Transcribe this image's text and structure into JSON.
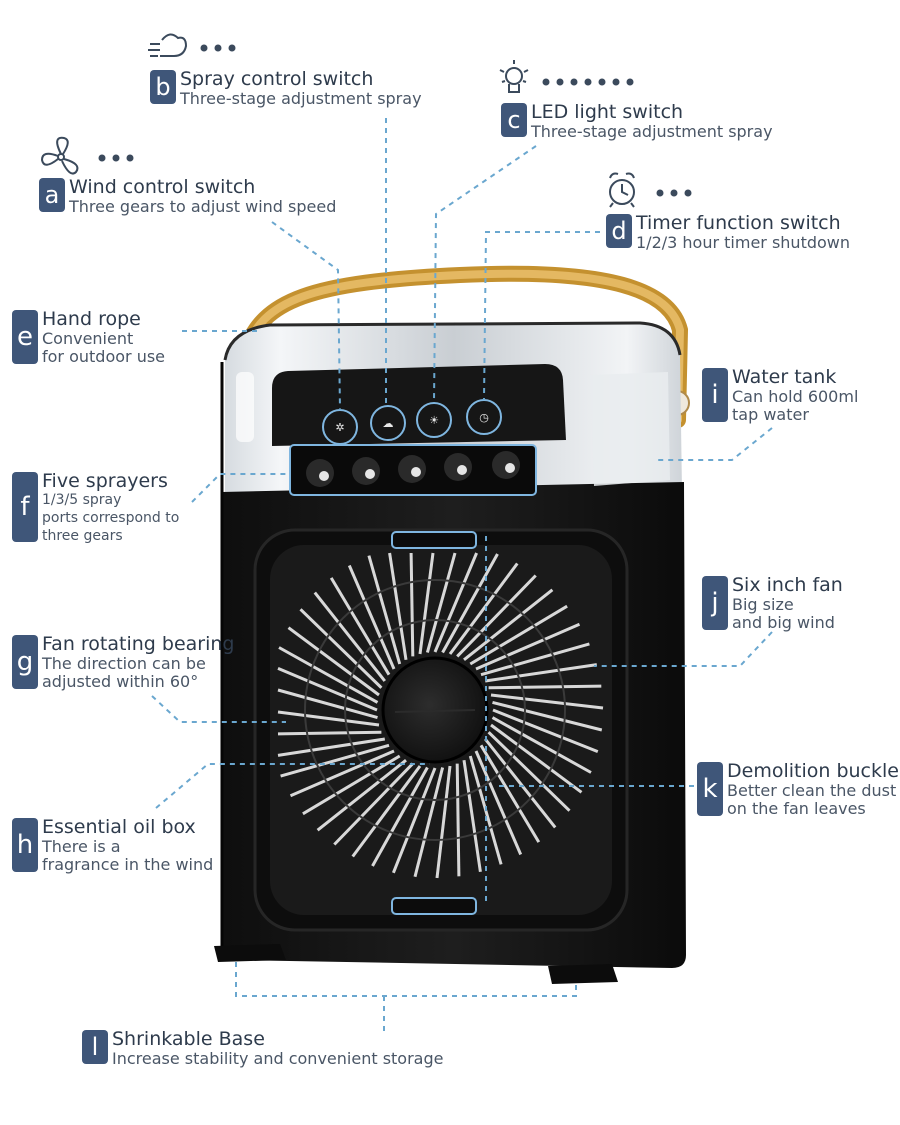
{
  "callouts": {
    "a": {
      "letter": "a",
      "title": "Wind control switch",
      "desc": "Three gears to adjust wind speed"
    },
    "b": {
      "letter": "b",
      "title": "Spray control switch",
      "desc": "Three-stage adjustment spray"
    },
    "c": {
      "letter": "c",
      "title": "LED light switch",
      "desc": "Three-stage adjustment spray"
    },
    "d": {
      "letter": "d",
      "title": "Timer function switch",
      "desc": "1/2/3 hour timer shutdown"
    },
    "e": {
      "letter": "e",
      "title": "Hand rope",
      "desc1": "Convenient",
      "desc2": "for outdoor use"
    },
    "f": {
      "letter": "f",
      "title": "Five sprayers",
      "desc1": "1/3/5 spray",
      "desc2": "ports correspond to",
      "desc3": "three gears"
    },
    "g": {
      "letter": "g",
      "title": "Fan rotating bearing",
      "desc1": "The direction can be",
      "desc2": "adjusted within 60°"
    },
    "h": {
      "letter": "h",
      "title": "Essential oil box",
      "desc1": "There is a",
      "desc2": "fragrance in the wind"
    },
    "i": {
      "letter": "i",
      "title": "Water tank",
      "desc1": "Can hold 600ml",
      "desc2": "tap water"
    },
    "j": {
      "letter": "j",
      "title": "Six inch fan",
      "desc1": "Big size",
      "desc2": "and big wind"
    },
    "k": {
      "letter": "k",
      "title": "Demolition buckle",
      "desc1": "Better clean the dust",
      "desc2": "on the fan leaves"
    },
    "l": {
      "letter": "l",
      "title": "Shrinkable Base",
      "desc": "Increase stability and convenient storage"
    }
  },
  "icons": {
    "a": "fan-icon",
    "b": "spray-icon",
    "c": "light-bulb-icon",
    "d": "alarm-clock-icon"
  },
  "colors": {
    "badge": "#3f5679",
    "leader_line": "#6aa7cf",
    "product_body": "#151515",
    "handle": "#d7a446"
  }
}
